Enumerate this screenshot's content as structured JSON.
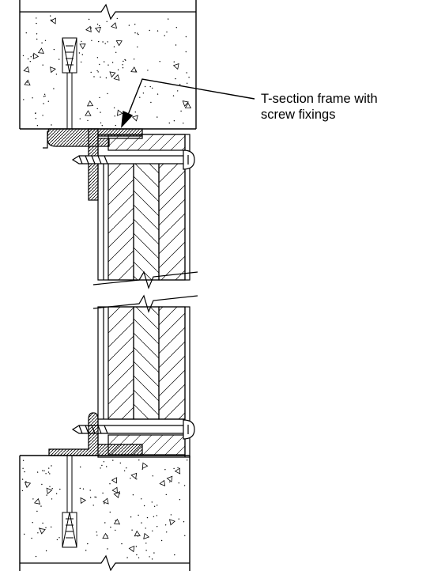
{
  "annotation": {
    "line1": "T-section frame with",
    "line2": "screw fixings"
  },
  "colors": {
    "ink": "#000000",
    "background": "#ffffff"
  },
  "elements": {
    "slab": "concrete-slab",
    "anchor": "expansion-anchor",
    "frame": "t-section-frame",
    "screw": "screw-fixing",
    "glazing": "laminated-glass-panel",
    "break": "break-line"
  }
}
